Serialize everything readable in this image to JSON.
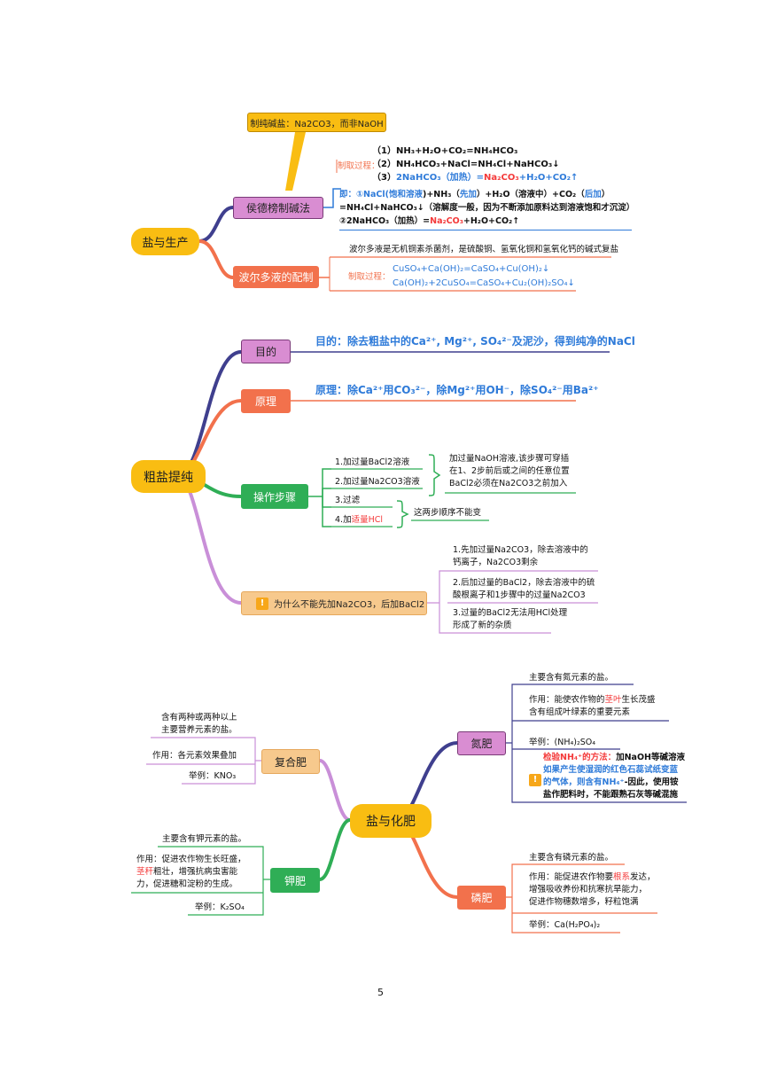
{
  "s1": {
    "root": "盐与生产",
    "callout": "制纯碱盐：Na2CO3，而非NaOH",
    "hou": "侯德榜制碱法",
    "process_label": "制取过程：",
    "eq1": "（1）NH₃+H₂O+CO₂=NH₄HCO₃",
    "eq2": "（2）NH₄HCO₃+NaCl=NH₄Cl+NaHCO₃↓",
    "eq3_num": "（3）",
    "eq3_a": "2NaHCO₃（加热）=",
    "eq3_b": "Na₂CO₃",
    "eq3_c": "+H₂O+CO₂↑",
    "s_a": "即：①NaCl(",
    "s_b": "饱和溶液",
    "s_c": ")+NH₃（",
    "s_d": "先加",
    "s_e": "）+H₂O（溶液中）+CO₂（",
    "s_f": "后加",
    "s_g": "）",
    "s_line2": "=NH₄Cl+NaHCO₃↓（溶解度一般，因为不断添加原料达到溶液饱和才沉淀）",
    "s_l3a": "②2NaHCO₃（加热）=",
    "s_l3b": "Na₂CO₃",
    "s_l3c": "+H₂O+CO₂↑",
    "bordeaux": "波尔多液的配制",
    "b_desc": "波尔多液是无机铜素杀菌剂，是硫酸铜、氢氧化铜和氢氧化钙的碱式复盐",
    "b_label": "制取过程：",
    "b_eq1": "CuSO₄+Ca(OH)₂=CaSO₄+Cu(OH)₂↓",
    "b_eq2": "Ca(OH)₂+2CuSO₄=CaSO₄+Cu₂(OH)₂SO₄↓"
  },
  "s2": {
    "root": "粗盐提纯",
    "mudi": "目的",
    "mudi_text": "目的：除去粗盐中的Ca²⁺, Mg²⁺, SO₄²⁻及泥沙，得到纯净的NaCl",
    "yuanli": "原理",
    "yuanli_text": "原理：除Ca²⁺用CO₃²⁻，除Mg²⁺用OH⁻，除SO₄²⁻用Ba²⁺",
    "steps": "操作步骤",
    "step1": "1.加过量BaCl2溶液",
    "step2": "2.加过量Na2CO3溶液",
    "step3": "3.过滤",
    "step4a": "4.加",
    "step4b": "适量HCl",
    "note12_l1": "加过量NaOH溶液,该步骤可穿插",
    "note12_l2": "在1、2步前后或之间的任意位置",
    "note12_l3": "BaCl2必须在Na2CO3之前加入",
    "note34": "这两步顺序不能变",
    "why": "为什么不能先加Na2CO3，后加BaCl2",
    "why1_l1": "1.先加过量Na2CO3，除去溶液中的",
    "why1_l2": "钙离子，Na2CO3剩余",
    "why2_l1": "2.后加过量的BaCl2，除去溶液中的硫",
    "why2_l2": "酸根离子和1步骤中的过量Na2CO3",
    "why3_l1": "3.过量的BaCl2无法用HCl处理",
    "why3_l2": "形成了新的杂质"
  },
  "s3": {
    "root": "盐与化肥",
    "fuhe": "复合肥",
    "fuhe_def_l1": "含有两种或两种以上",
    "fuhe_def_l2": "主要营养元素的盐。",
    "fuhe_use": "作用：各元素效果叠加",
    "fuhe_ex": "举例：KNO₃",
    "jia": "钾肥",
    "jia_def": "主要含有钾元素的盐。",
    "jia_use_l1": "作用：促进农作物生长旺盛，",
    "jia_use_l2a": "茎秆",
    "jia_use_l2b": "粗壮，增强抗病虫害能",
    "jia_use_l3": "力，促进糖和淀粉的生成。",
    "jia_ex": "举例：K₂SO₄",
    "dan": "氮肥",
    "dan_def": "主要含有氮元素的盐。",
    "dan_use_l1a": "作用：能使农作物的",
    "dan_use_l1b": "茎叶",
    "dan_use_l1c": "生长茂盛",
    "dan_use_l2": "含有组成叶绿素的重要元素",
    "dan_ex": "举例：(NH₄)₂SO₄",
    "dan_test_l1a": "检验NH₄⁺的方法：",
    "dan_test_l1b": "加NaOH等碱溶液",
    "dan_test_l2": "如果产生使湿润的红色石蕊试纸变蓝",
    "dan_test_l3a": "的气体，则含有NH₄⁺",
    "dan_test_l3b": "-因此，使用铵",
    "dan_test_l4": "盐作肥料时，不能跟熟石灰等碱混施",
    "lin": "磷肥",
    "lin_def": "主要含有磷元素的盐。",
    "lin_use_l1a": "作用：能促进农作物要",
    "lin_use_l1b": "根系",
    "lin_use_l1c": "发达，",
    "lin_use_l2": "增强吸收养份和抗寒抗旱能力，",
    "lin_use_l3": "促进作物穗数增多，籽粒饱满",
    "lin_ex": "举例：Ca(H₂PO₄)₂"
  },
  "page_number": "5",
  "warn_glyph": "!"
}
